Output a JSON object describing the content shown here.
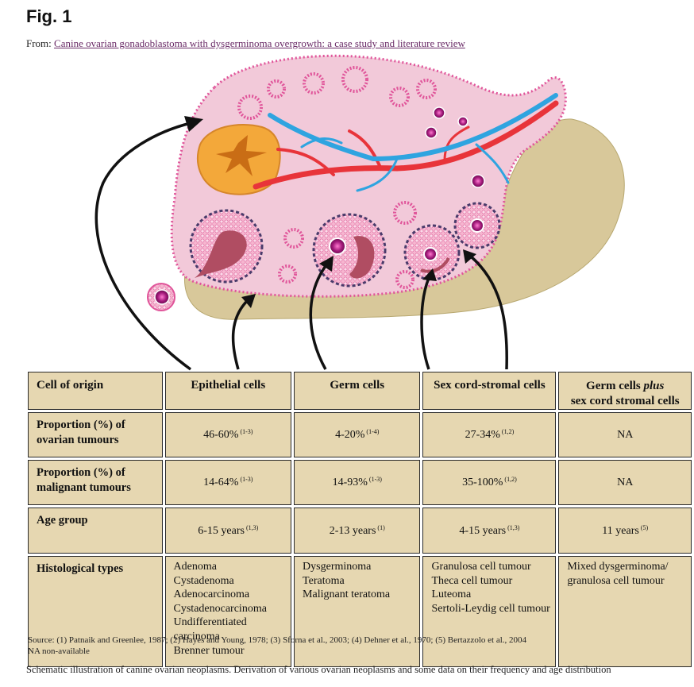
{
  "figure": {
    "title": "Fig. 1",
    "from_prefix": "From: ",
    "from_link": "Canine ovarian gonadoblastoma with dysgerminoma overgrowth: a case study and literature review",
    "caption": "Schematic illustration of canine ovarian neoplasms. Derivation of various ovarian neoplasms and some data on their frequency and age distribution"
  },
  "table": {
    "headers": [
      "Cell of origin",
      "Epithelial cells",
      "Germ cells",
      "Sex cord-stromal cells",
      "Germ cells plus sex cord stromal cells"
    ],
    "header_last_line1_a": "Germ cells ",
    "header_last_line1_b": "plus",
    "header_last_line2": "sex cord stromal cells",
    "rows": [
      {
        "label": "Proportion (%) of ovarian tumours",
        "values": [
          {
            "text": "46-60%",
            "ref": "(1-3)"
          },
          {
            "text": "4-20%",
            "ref": "(1-4)"
          },
          {
            "text": "27-34%",
            "ref": "(1,2)"
          },
          {
            "text": "NA",
            "ref": ""
          }
        ]
      },
      {
        "label": "Proportion (%) of malignant tumours",
        "values": [
          {
            "text": "14-64%",
            "ref": "(1-3)"
          },
          {
            "text": "14-93%",
            "ref": "(1-3)"
          },
          {
            "text": "35-100%",
            "ref": "(1,2)"
          },
          {
            "text": "NA",
            "ref": ""
          }
        ]
      },
      {
        "label": "Age group",
        "values": [
          {
            "text": "6-15 years",
            "ref": "(1,3)"
          },
          {
            "text": "2-13 years",
            "ref": "(1)"
          },
          {
            "text": "4-15 years",
            "ref": "(1,3)"
          },
          {
            "text": "11 years",
            "ref": "(5)"
          }
        ]
      }
    ],
    "histological": {
      "label": "Histological types",
      "epithelial": [
        "Adenoma",
        "Cystadenoma",
        "Adenocarcinoma",
        "Cystadenocarcinoma",
        "Undifferentiated",
        "carcinoma",
        "Brenner tumour"
      ],
      "germ": [
        "Dysgerminoma",
        "Teratoma",
        "Malignant teratoma"
      ],
      "sex_cord": [
        "Granulosa cell tumour",
        "Theca cell tumour",
        "Luteoma",
        "Sertoli-Leydig cell tumour"
      ],
      "mixed": [
        "Mixed dysgerminoma/",
        "granulosa cell tumour"
      ]
    }
  },
  "source_line": "Source: (1) Patnaik and Greenlee, 1987; (2) Hayes and Young, 1978; (3) Sforna et al., 2003; (4) Dehner et al., 1970; (5) Bertazzolo et al., 2004",
  "na_line": "NA non-available",
  "colors": {
    "cell_fill": "#e6d7b1",
    "stroma": "#f2c9d9",
    "stroma_edge": "#e0559a",
    "medulla": "#d8c89a",
    "artery": "#e8343a",
    "vein": "#2fa4e0",
    "corpus": "#f3a83a",
    "oocyte": "#a2187a",
    "link": "#6a2b67"
  }
}
